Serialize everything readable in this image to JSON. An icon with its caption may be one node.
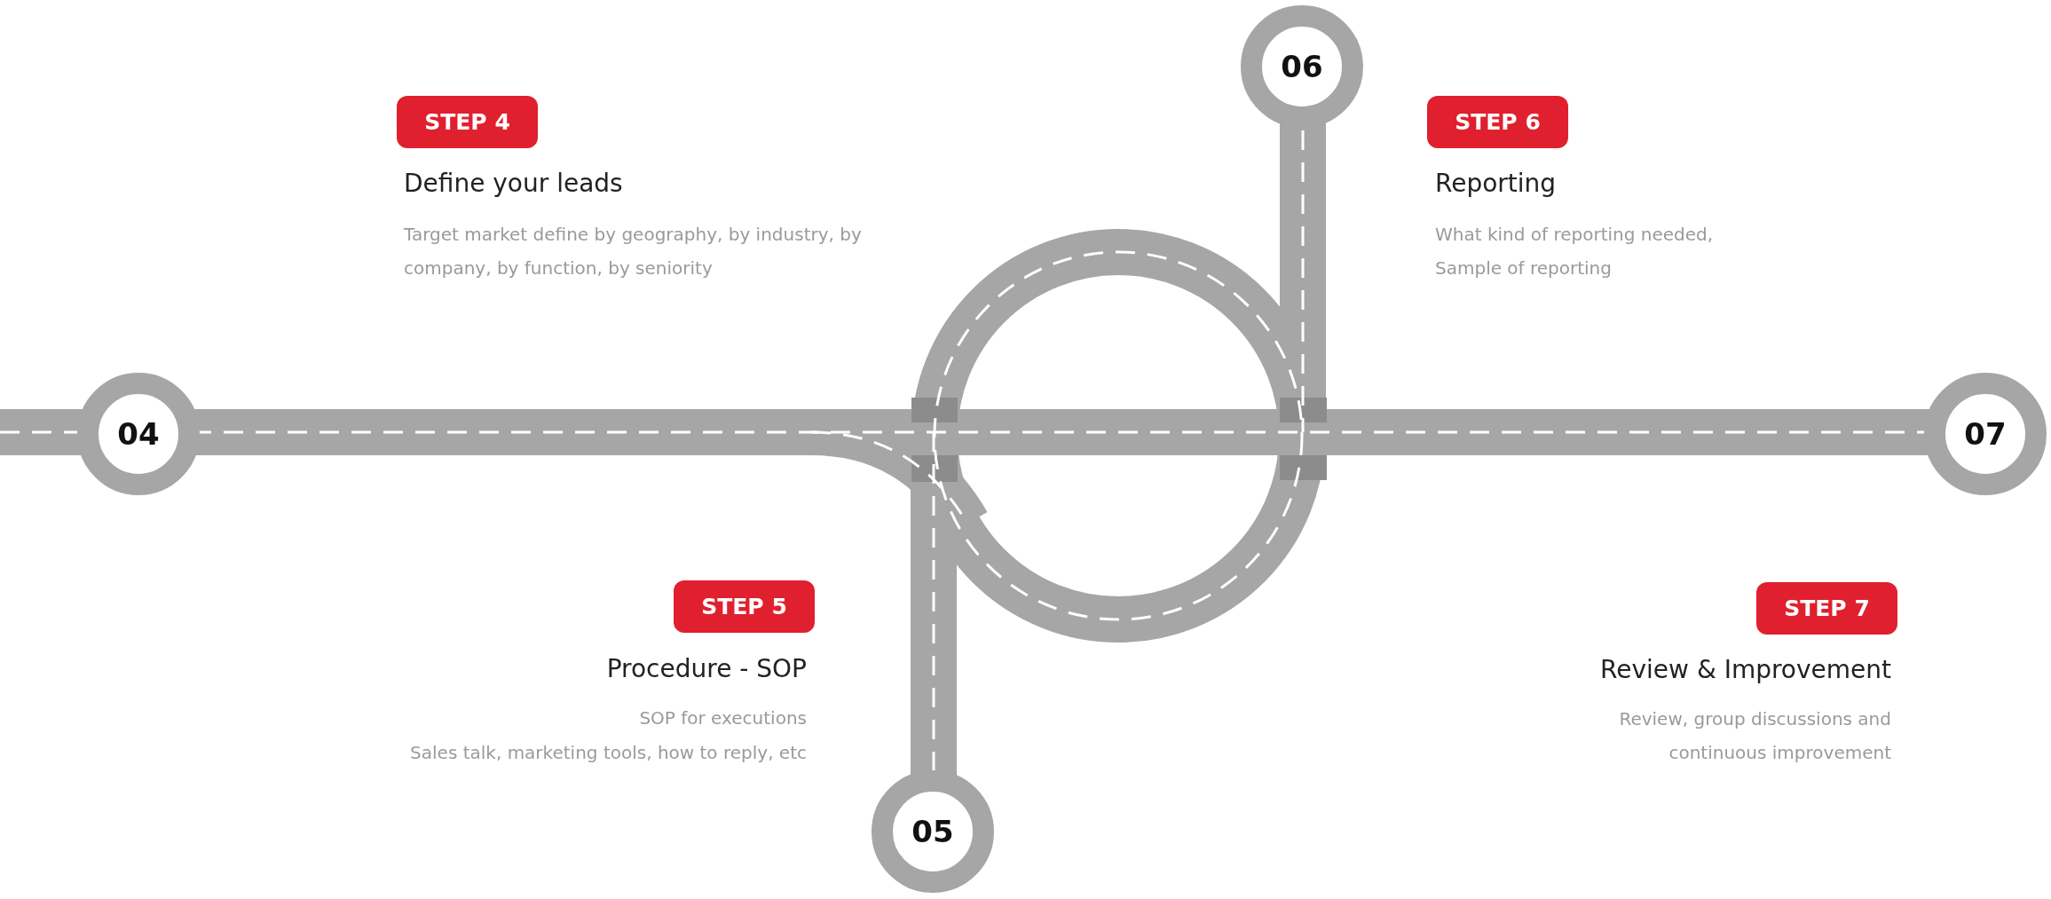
{
  "diagram": {
    "nodes": [
      {
        "text": [
          "04"
        ]
      },
      {
        "text": [
          "05"
        ]
      },
      {
        "text": [
          "06"
        ]
      },
      {
        "text": [
          "07"
        ]
      },
      {
        "text": [
          "STEP 4"
        ],
        "beside": [
          "Define your leads",
          "Target market define by geography, by industry, by company, by function, by seniority"
        ]
      },
      {
        "text": [
          "STEP 5"
        ],
        "beside": [
          "Procedure - SOP",
          "SOP for executions",
          "Sales talk, marketing tools, how to reply, etc"
        ]
      },
      {
        "text": [
          "STEP 6"
        ],
        "beside": [
          "Reporting",
          "What kind of reporting needed, Sample of reporting"
        ]
      },
      {
        "text": [
          "STEP 7"
        ],
        "beside": [
          "Review & Improvement",
          "Review, group discussions and continuous improvement"
        ]
      }
    ]
  }
}
